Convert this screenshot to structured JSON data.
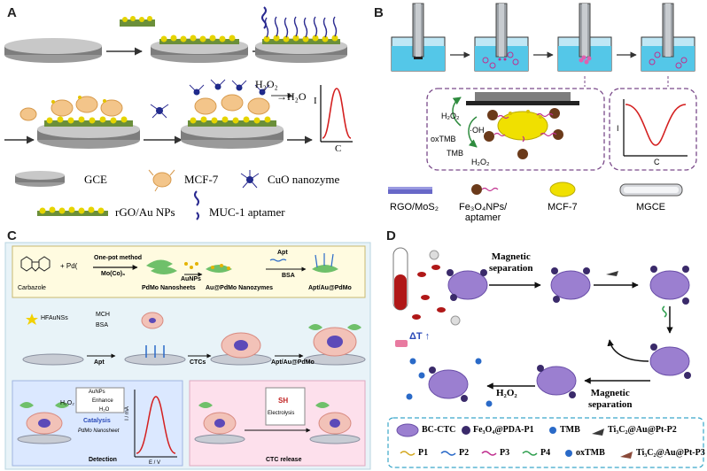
{
  "panel_a": {
    "label": "A",
    "h2o2": "H₂O₂",
    "h2o": "→H₂O",
    "axis_i": "I",
    "axis_c": "C",
    "legend": [
      {
        "name": "GCE"
      },
      {
        "name": "MCF-7"
      },
      {
        "name": "CuO nanozyme"
      },
      {
        "name": "rGO/Au NPs"
      },
      {
        "name": "MUC-1 aptamer"
      }
    ]
  },
  "panel_b": {
    "label": "B",
    "h2o2_top": "H₂O₂",
    "oh": "·OH",
    "oxtmb": "oxTMB",
    "tmb": "TMB",
    "h2o2_bottom": "H₂O₂",
    "axis_i": "I",
    "axis_c": "C",
    "legend": [
      {
        "name": "RGO/MoS₂"
      },
      {
        "name": "Fe₃O₄NPs/\naptamer"
      },
      {
        "name": "MCF-7"
      },
      {
        "name": "MGCE"
      }
    ]
  },
  "panel_c": {
    "label": "C",
    "carbazole": "Carbazole",
    "pd": "+ Pd(",
    "one_pot": "One-pot method",
    "mo_co": "Mo(Co)₆",
    "aunps": "AuNPs",
    "apt": "Apt",
    "bsa": "BSA",
    "pdmo_nanosheets": "PdMo Nanosheets",
    "au_pdmo": "Au@PdMo Nanozymes",
    "apt_au_pdmo": "Apt/Au@PdMo",
    "hfaunss": "HFAuNSs",
    "mch": "MCH",
    "bsa2": "BSA",
    "apt2": "Apt",
    "ctcs": "CTCs",
    "apt_au_pdmo2": "Apt/Au@PdMo",
    "aunps2": "AuNPs",
    "enhance": "Enhance",
    "h2o2": "H₂O₂",
    "h2o": "H₂O",
    "catalysis": "Catalysis",
    "pdmo_nanosheet": "PdMo Nanosheet",
    "detection": "Detection",
    "axis_y": "I / mA",
    "axis_x": "E / V",
    "electrolysis": "Electrolysis",
    "sh": "SH",
    "ctc_release": "CTC release"
  },
  "panel_d": {
    "label": "D",
    "mag_sep_1": "Magnetic\nseparation",
    "mag_sep_2": "Magnetic\nseparation",
    "h2o2": "H₂O₂",
    "delta_t": "ΔT ↑",
    "legend_row1": [
      {
        "name": "BC-CTC"
      },
      {
        "name": "Fe₃O₄@PDA-P1"
      },
      {
        "name": "TMB"
      },
      {
        "name": "Ti₃C₂@Au@Pt-P2"
      }
    ],
    "legend_row2": [
      {
        "name": "P1"
      },
      {
        "name": "P2"
      },
      {
        "name": "P3"
      },
      {
        "name": "P4"
      },
      {
        "name": "oxTMB"
      },
      {
        "name": "Ti₃C₂@Au@Pt-P3"
      }
    ],
    "colors": {
      "cell": "#9b7fd0",
      "border": "#3aa6c9"
    }
  }
}
